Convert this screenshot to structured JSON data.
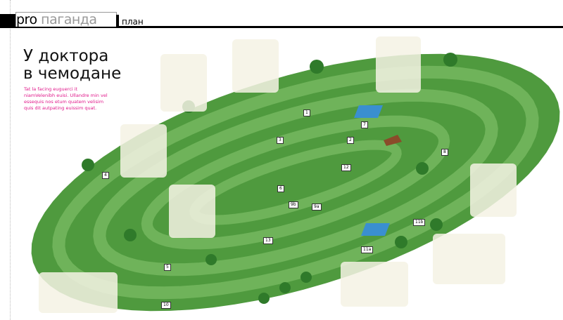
{
  "header": {
    "brand_a": "pro",
    "brand_b": "паганда",
    "section": "план"
  },
  "article": {
    "title_line1": "У доктора",
    "title_line2": "в чемодане",
    "lead": "Tat la facing euguerci it niamVelenibh euisi. Ullandre min vel essequis nos etum quatem velisim quis dit autpating euissim quat."
  },
  "map": {
    "obstacles": [
      "1",
      "2",
      "3",
      "4",
      "5",
      "6",
      "7",
      "8",
      "9a",
      "9b",
      "10",
      "11a",
      "11b",
      "12",
      "13"
    ]
  },
  "colors": {
    "grass": "#4f9a3e",
    "track": "#6fb35a",
    "accent": "#e0178a"
  }
}
